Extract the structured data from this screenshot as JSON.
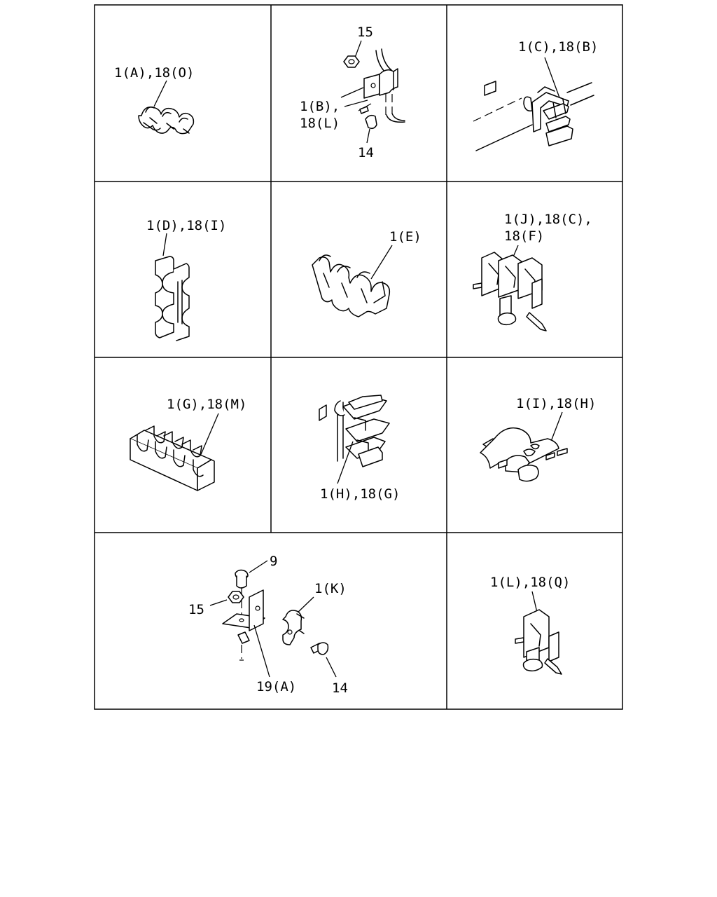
{
  "cells": [
    {
      "id": "a",
      "labels": [
        "1(A),18(O)"
      ]
    },
    {
      "id": "b",
      "labels": [
        "15",
        "1(B),",
        "18(L)",
        "14"
      ]
    },
    {
      "id": "c",
      "labels": [
        "1(C),18(B)"
      ]
    },
    {
      "id": "d",
      "labels": [
        "1(D),18(I)"
      ]
    },
    {
      "id": "e",
      "labels": [
        "1(E)"
      ]
    },
    {
      "id": "f",
      "labels": [
        "1(J),18(C),",
        "18(F)"
      ]
    },
    {
      "id": "g",
      "labels": [
        "1(G),18(M)"
      ]
    },
    {
      "id": "h",
      "labels": [
        "1(H),18(G)"
      ]
    },
    {
      "id": "i",
      "labels": [
        "1(I),18(H)"
      ]
    },
    {
      "id": "k",
      "labels": [
        "9",
        "15",
        "1(K)",
        "19(A)",
        "14"
      ]
    },
    {
      "id": "l",
      "labels": [
        "1(L),18(Q)"
      ]
    }
  ]
}
